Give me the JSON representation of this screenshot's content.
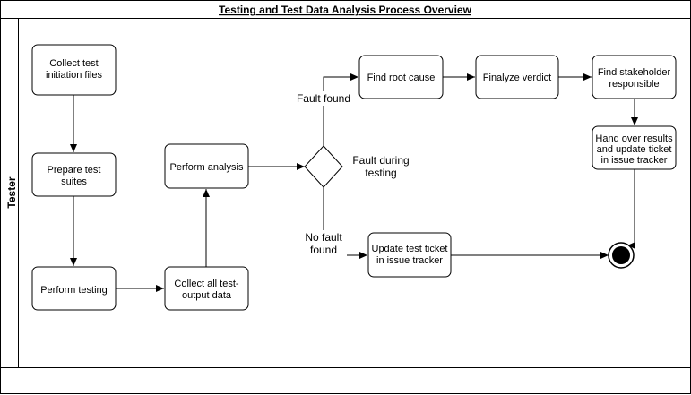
{
  "diagram": {
    "title": "Testing and Test Data Analysis Process Overview",
    "lane_label": "Tester",
    "nodes": {
      "collect_files": [
        "Collect test",
        "initiation files"
      ],
      "prepare_suites": [
        "Prepare test",
        "suites"
      ],
      "perform_testing": [
        "Perform testing"
      ],
      "collect_output": [
        "Collect all test-",
        "output data"
      ],
      "perform_analysis": [
        "Perform analysis"
      ],
      "find_root_cause": [
        "Find root cause"
      ],
      "finalyze_verdict": [
        "Finalyze verdict"
      ],
      "find_stakeholder": [
        "Find stakeholder",
        "responsible"
      ],
      "hand_over": [
        "Hand over results",
        "and update ticket",
        "in issue tracker"
      ],
      "update_ticket": [
        "Update test ticket",
        "in issue tracker"
      ]
    },
    "decision_label": [
      "Fault during",
      "testing"
    ],
    "edge_labels": {
      "fault_found": "Fault found",
      "no_fault_found": [
        "No fault",
        "found"
      ]
    }
  }
}
